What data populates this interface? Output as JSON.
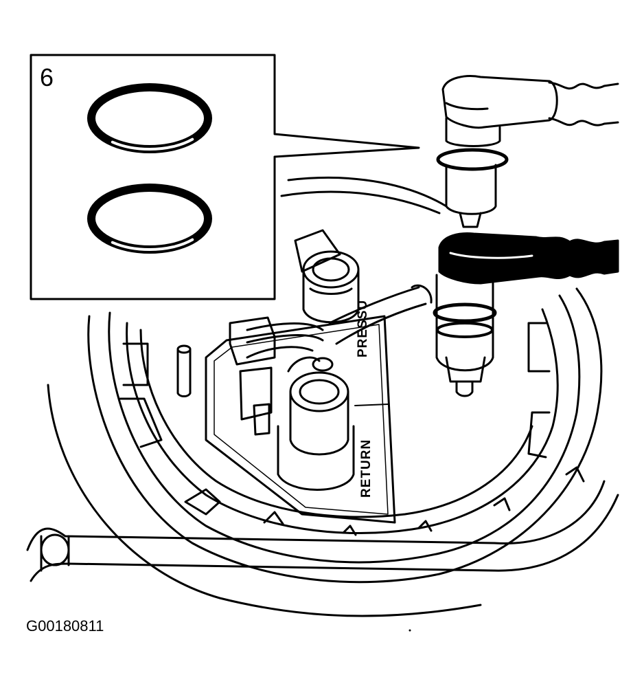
{
  "callout": {
    "number": "6"
  },
  "labels": {
    "pressure": "PRESSU",
    "return": "RETURN"
  },
  "figure_id": "G00180811",
  "colors": {
    "line": "#000000",
    "background": "#ffffff"
  }
}
